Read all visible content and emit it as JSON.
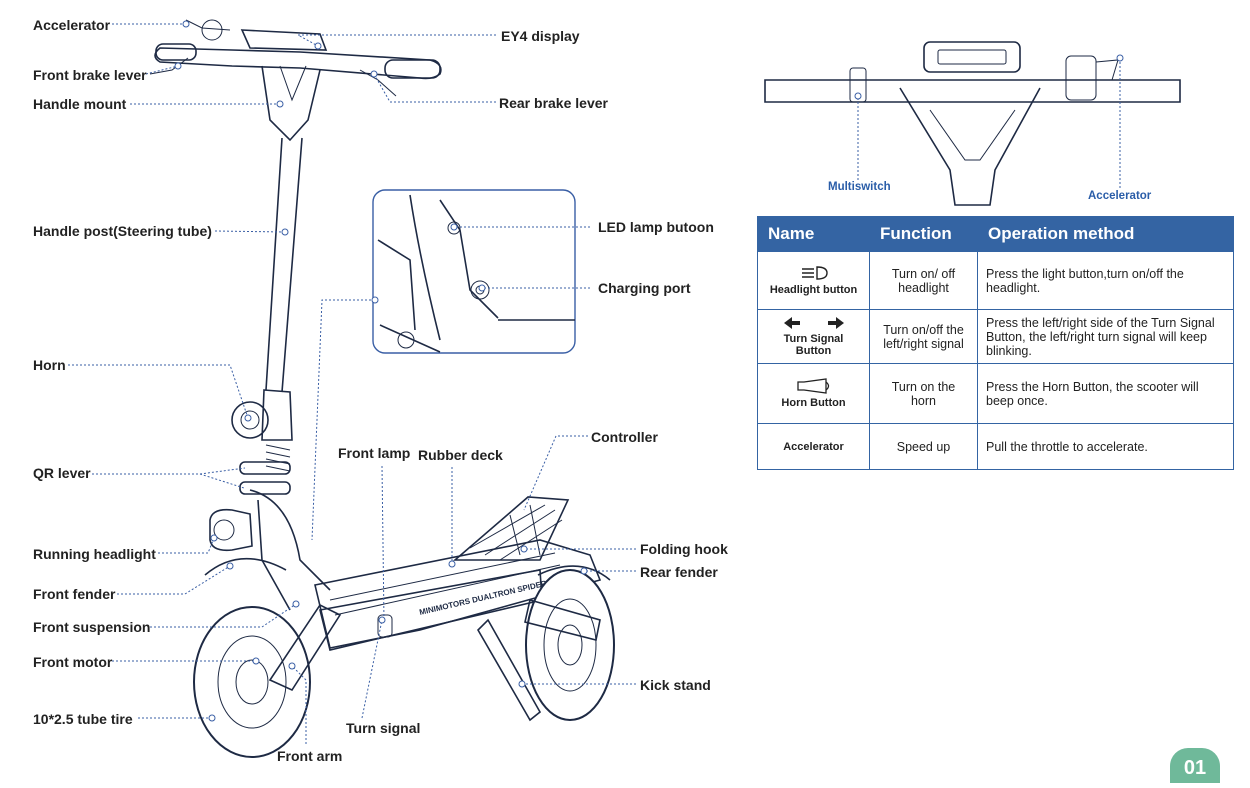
{
  "labels": {
    "accelerator": "Accelerator",
    "front_brake_lever": "Front brake lever",
    "handle_mount": "Handle mount",
    "handle_post": "Handle post(Steering tube)",
    "horn": "Horn",
    "qr_lever": "QR lever",
    "running_headlight": "Running headlight",
    "front_fender": "Front fender",
    "front_suspension": "Front suspension",
    "front_motor": "Front motor",
    "tube_tire": "10*2.5 tube tire",
    "front_arm": "Front arm",
    "turn_signal": "Turn signal",
    "front_lamp": "Front lamp",
    "rubber_deck": "Rubber deck",
    "controller": "Controller",
    "folding_hook": "Folding hook",
    "rear_fender": "Rear fender",
    "kick_stand": "Kick stand",
    "ey4_display": "EY4 display",
    "rear_brake_lever": "Rear brake lever",
    "led_lamp_button": "LED lamp butoon",
    "charging_port": "Charging port",
    "multiswitch": "Multiswitch",
    "accelerator_top": "Accelerator"
  },
  "brand_text": "MINIMOTORS DUALTRON SPIDER",
  "table": {
    "headers": [
      "Name",
      "Function",
      "Operation method"
    ],
    "rows": [
      {
        "icon": "headlight-icon",
        "name": "Headlight button",
        "function": "Turn on/ off headlight",
        "method": "Press the light button,turn on/off the headlight."
      },
      {
        "icon": "turn-signal-arrows-icon",
        "name": "Turn Signal Button",
        "function": "Turn on/off the left/right signal",
        "method": "Press the left/right side of the Turn Signal Button, the left/right turn signal will keep blinking."
      },
      {
        "icon": "horn-icon",
        "name": "Horn Button",
        "function": "Turn on the horn",
        "method": "Press the Horn Button, the scooter will beep once."
      },
      {
        "icon": "",
        "name": "Accelerator",
        "function": "Speed up",
        "method": "Pull the throttle to accelerate."
      }
    ]
  },
  "page_number": "01",
  "colors": {
    "table_header": "#3464a3",
    "leader": "#3a5fa5",
    "page_badge": "#6fb99a"
  }
}
